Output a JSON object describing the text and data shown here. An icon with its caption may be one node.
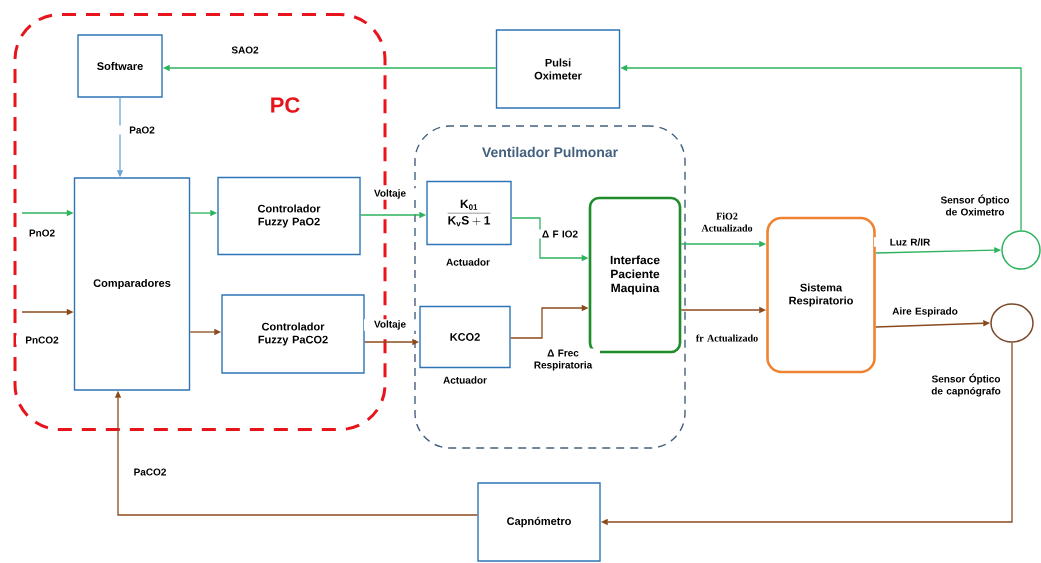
{
  "diagram": {
    "nodes": [
      {
        "text": [
          "PC"
        ]
      },
      {
        "text": [
          "Ventilador Pulmonar"
        ]
      },
      {
        "text": [
          "Software"
        ],
        "in": 0
      },
      {
        "text": [
          "Comparadores"
        ],
        "in": 0
      },
      {
        "text": [
          "Controlador Fuzzy PaO2"
        ],
        "in": 0
      },
      {
        "text": [
          "Controlador Fuzzy PaCO2"
        ],
        "in": 0
      },
      {
        "text": [
          "\\frac{\\mathbf{K_{01}}}{\\mathbf{K_{v}S+1}}"
        ],
        "in": 1,
        "beside": [
          "Actuador"
        ]
      },
      {
        "text": [
          "KCO2"
        ],
        "in": 1,
        "beside": [
          "Actuador"
        ]
      },
      {
        "text": [
          "Interface Paciente Maquina"
        ],
        "in": 1
      },
      {
        "text": [
          "Pulsi Oximeter"
        ]
      },
      {
        "text": [
          "Sistema Respiratorio"
        ]
      },
      {
        "text": [],
        "shape": "circle",
        "beside": [
          "Sensor Óptico de Oximetro"
        ]
      },
      {
        "text": [],
        "shape": "circle",
        "beside": [
          "Sensor Óptico de capnógrafo"
        ]
      },
      {
        "text": [
          "Capnómetro"
        ]
      }
    ],
    "edges": [
      {
        "from": 9,
        "to": 2,
        "arrow": "to",
        "label": "SAO2",
        "color": "#2db35d"
      },
      {
        "from": 2,
        "to": 3,
        "arrow": "to",
        "label": "PaO2",
        "color": "#6fa3d6"
      },
      {
        "from": null,
        "to": 3,
        "arrow": "to",
        "label": "PnO2",
        "color": "#2db35d"
      },
      {
        "from": null,
        "to": 3,
        "arrow": "to",
        "label": "PnCO2",
        "color": "#8b4a1c"
      },
      {
        "from": 3,
        "to": 4,
        "arrow": "to",
        "color": "#2db35d"
      },
      {
        "from": 3,
        "to": 5,
        "arrow": "to",
        "color": "#8b4a1c"
      },
      {
        "from": 4,
        "to": 6,
        "arrow": "to",
        "label": "Voltaje",
        "color": "#2db35d"
      },
      {
        "from": 5,
        "to": 7,
        "arrow": "to",
        "label": "Voltaje",
        "color": "#8b4a1c"
      },
      {
        "from": 6,
        "to": 8,
        "arrow": "to",
        "label": "Δ F IO2",
        "color": "#2db35d"
      },
      {
        "from": 7,
        "to": 8,
        "arrow": "to",
        "label": "Δ Frec Respiratoria",
        "color": "#8b4a1c"
      },
      {
        "from": 8,
        "to": 10,
        "arrow": "to",
        "label": "FiO2 Actualizado",
        "color": "#2db35d"
      },
      {
        "from": 8,
        "to": 10,
        "arrow": "to",
        "label": "fr Actualizado",
        "color": "#8b4a1c"
      },
      {
        "from": 10,
        "to": 11,
        "arrow": "to",
        "label": "Luz R/IR",
        "color": "#2db35d"
      },
      {
        "from": 10,
        "to": 12,
        "arrow": "to",
        "label": "Aire Espirado",
        "color": "#8b4a1c"
      },
      {
        "from": 11,
        "to": 9,
        "arrow": "to",
        "color": "#2db35d"
      },
      {
        "from": 12,
        "to": 13,
        "arrow": "to",
        "color": "#8b4a1c"
      },
      {
        "from": 13,
        "to": 3,
        "arrow": "to",
        "label": "PaCO2",
        "color": "#8b4a1c"
      }
    ]
  }
}
